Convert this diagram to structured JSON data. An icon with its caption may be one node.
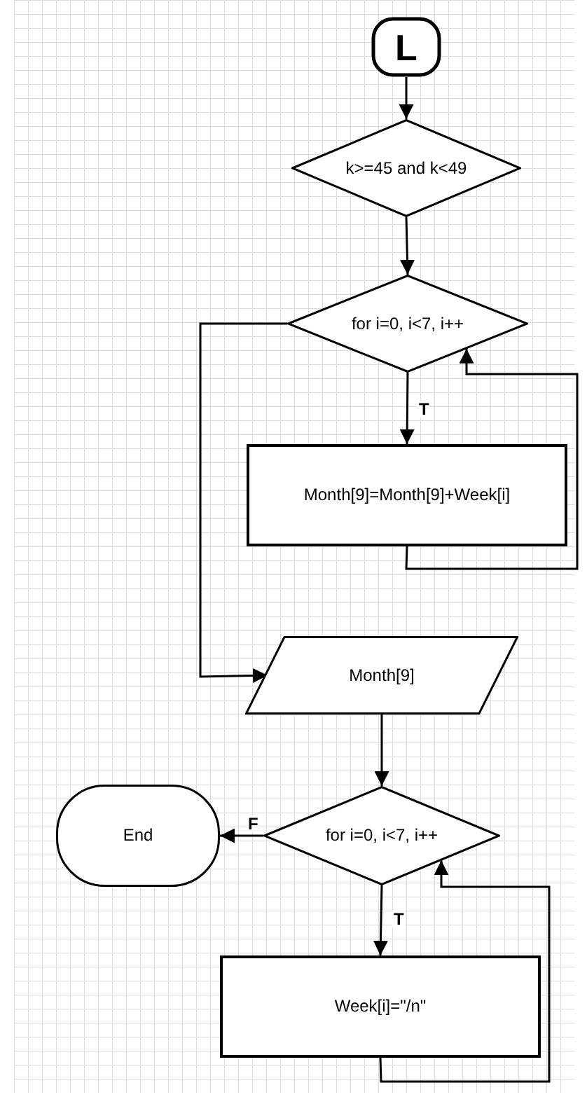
{
  "diagram": {
    "nodes": [
      {
        "text": [
          "L"
        ]
      },
      {
        "text": [
          "k>=45 and k<49"
        ]
      },
      {
        "text": [
          "for i=0, i<7, i++"
        ]
      },
      {
        "text": [
          "Month[9]=Month[9]+Week[i]"
        ]
      },
      {
        "text": [
          "Month[9]"
        ]
      },
      {
        "text": [
          "for i=0, i<7, i++"
        ]
      },
      {
        "text": [
          "End"
        ]
      },
      {
        "text": [
          "Week[i]=\"/n\""
        ]
      }
    ],
    "edges": [
      {
        "from": 0,
        "to": 1,
        "arrow": "to"
      },
      {
        "from": 1,
        "to": 2,
        "arrow": "to"
      },
      {
        "from": 2,
        "to": 3,
        "arrow": "to",
        "label": "T"
      },
      {
        "from": 3,
        "to": 2,
        "arrow": "to"
      },
      {
        "from": 2,
        "to": 4,
        "arrow": "to"
      },
      {
        "from": 4,
        "to": 5,
        "arrow": "to"
      },
      {
        "from": 5,
        "to": 6,
        "arrow": "to",
        "label": "F"
      },
      {
        "from": 5,
        "to": 7,
        "arrow": "to",
        "label": "T"
      },
      {
        "from": 7,
        "to": 5,
        "arrow": "to"
      }
    ]
  }
}
